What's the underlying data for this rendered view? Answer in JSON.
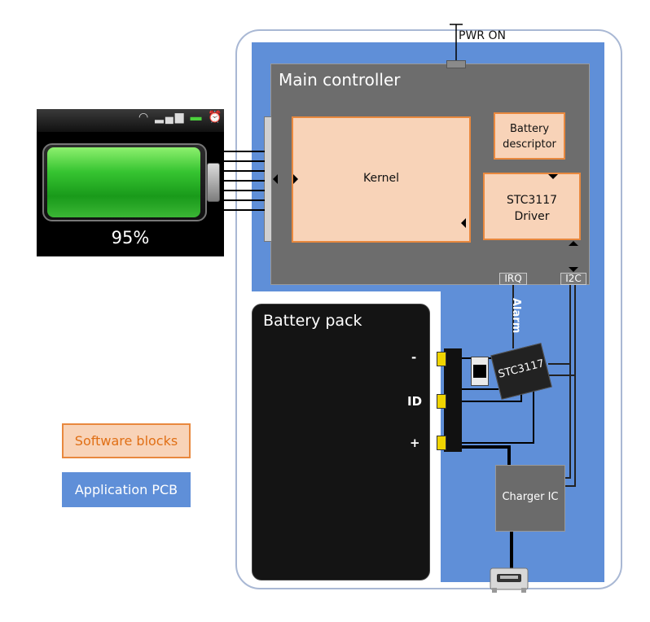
{
  "phone": {
    "battery_percent_label": "95%",
    "battery_level": 0.95
  },
  "main_controller": {
    "title": "Main controller",
    "kernel": "Kernel",
    "battery_descriptor": [
      "Battery",
      "descriptor"
    ],
    "stc_driver": [
      "STC3117",
      "Driver"
    ],
    "irq_label": "IRQ",
    "i2c_label": "I2C"
  },
  "pwr_on": "PWR ON",
  "alarm": "Alarm",
  "battery_pack": {
    "title": "Battery pack",
    "terminals": [
      "-",
      "ID",
      "+"
    ]
  },
  "stc_chip": "STC3117",
  "charger": "Charger IC",
  "legend": {
    "software_blocks": "Software blocks",
    "application_pcb": "Application PCB"
  },
  "colors": {
    "pcb": "#5f8fd8",
    "software_fill": "#f8d3b8",
    "software_border": "#e8883e",
    "controller": "#6d6d6d"
  }
}
